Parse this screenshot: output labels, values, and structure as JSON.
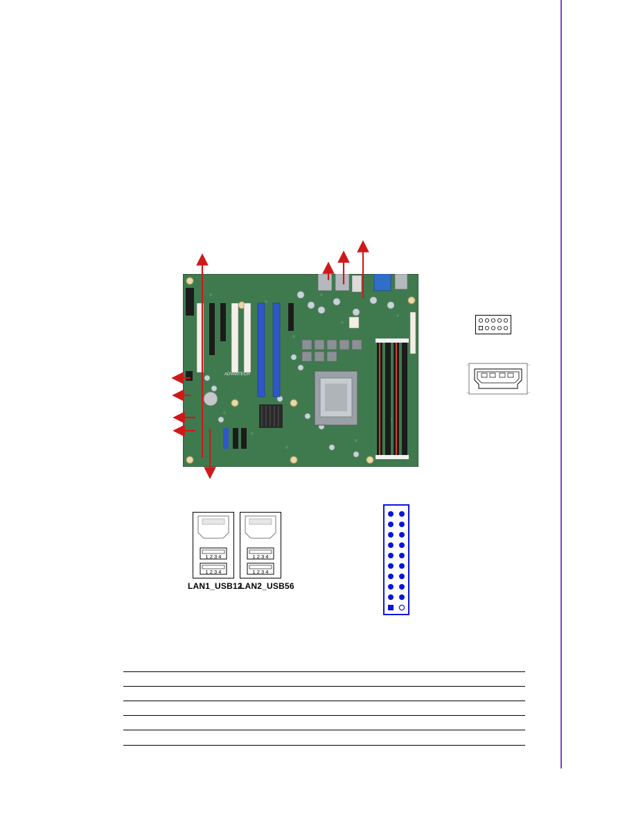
{
  "page": {
    "accent_color": "#7b3fc6"
  },
  "board": {
    "image": "motherboard-photo",
    "silkscreen_brand": "ADVANTECH",
    "arrow_color": "#d01818"
  },
  "connectors": {
    "lan_usb": {
      "lan1_label": "LAN1_USB12",
      "lan2_label": "LAN2_USB56",
      "usb_pins": "1 2 3 4"
    },
    "header_pin_color": "#0a14e0"
  },
  "table": {
    "rows": 5
  }
}
